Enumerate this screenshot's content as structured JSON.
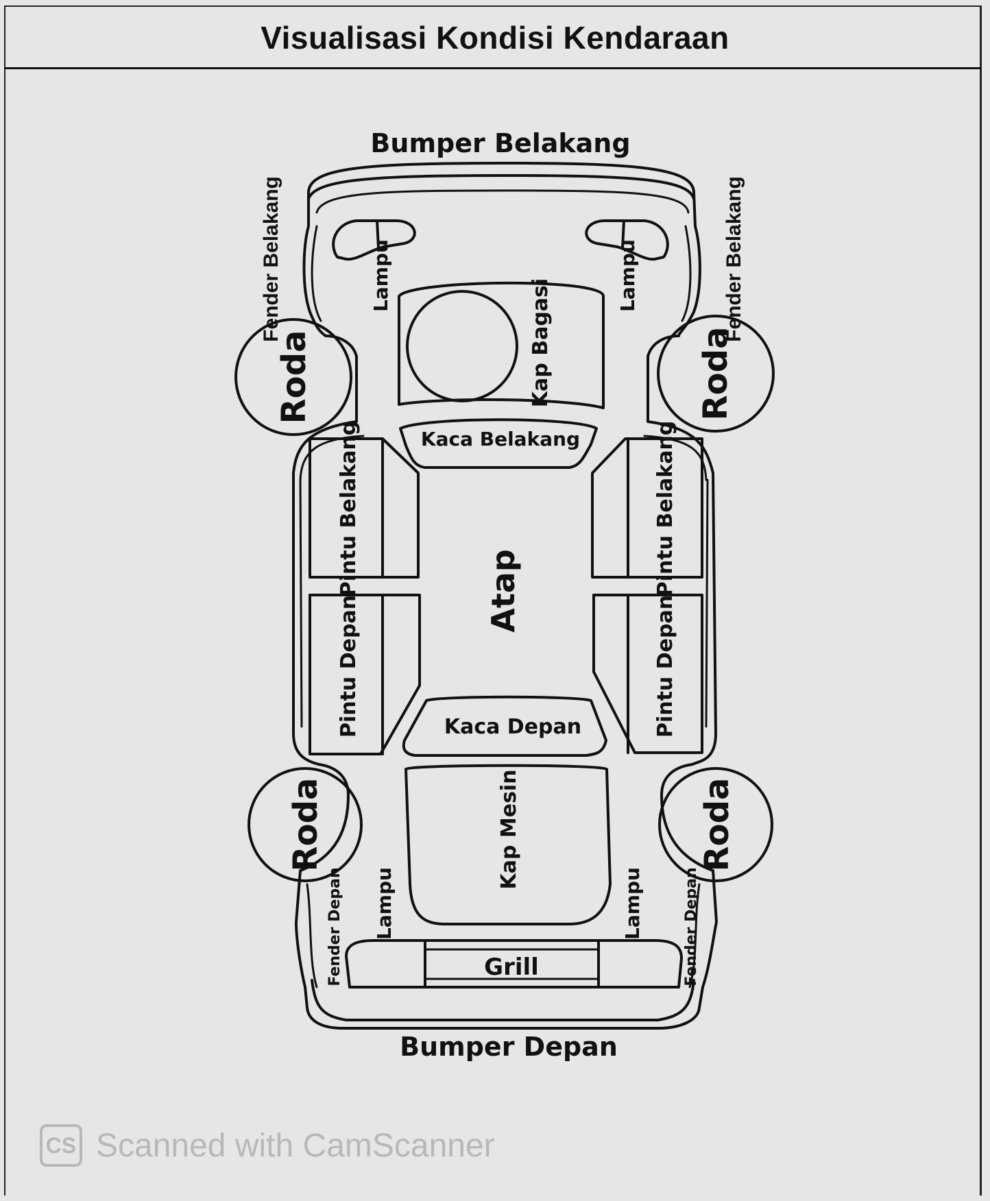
{
  "title": "Visualisasi Kondisi Kendaraan",
  "labels": {
    "bumper_belakang": "Bumper Belakang",
    "bumper_depan": "Bumper Depan",
    "fender_belakang_left": "Fender Belakang",
    "fender_belakang_right": "Fender Belakang",
    "fender_depan_left": "Fender Depan",
    "fender_depan_right": "Fender Depan",
    "lampu_rear_left": "Lampu",
    "lampu_rear_right": "Lampu",
    "lampu_front_left": "Lampu",
    "lampu_front_right": "Lampu",
    "kap_bagasi": "Kap Bagasi",
    "kaca_belakang": "Kaca Belakang",
    "kaca_depan": "Kaca Depan",
    "atap": "Atap",
    "pintu_belakang_left": "Pintu Belakang",
    "pintu_belakang_right": "Pintu Belakang",
    "pintu_depan_left": "Pintu Depan",
    "pintu_depan_right": "Pintu Depan",
    "kap_mesin": "Kap Mesin",
    "grill": "Grill",
    "roda_rear_left": "Roda",
    "roda_rear_right": "Roda",
    "roda_front_left": "Roda",
    "roda_front_right": "Roda"
  },
  "watermark": {
    "logo": "CS",
    "text": "Scanned with CamScanner"
  },
  "colors": {
    "paper": "#e6e6e6",
    "ink": "#111111",
    "watermark": "#b8b8b8"
  }
}
